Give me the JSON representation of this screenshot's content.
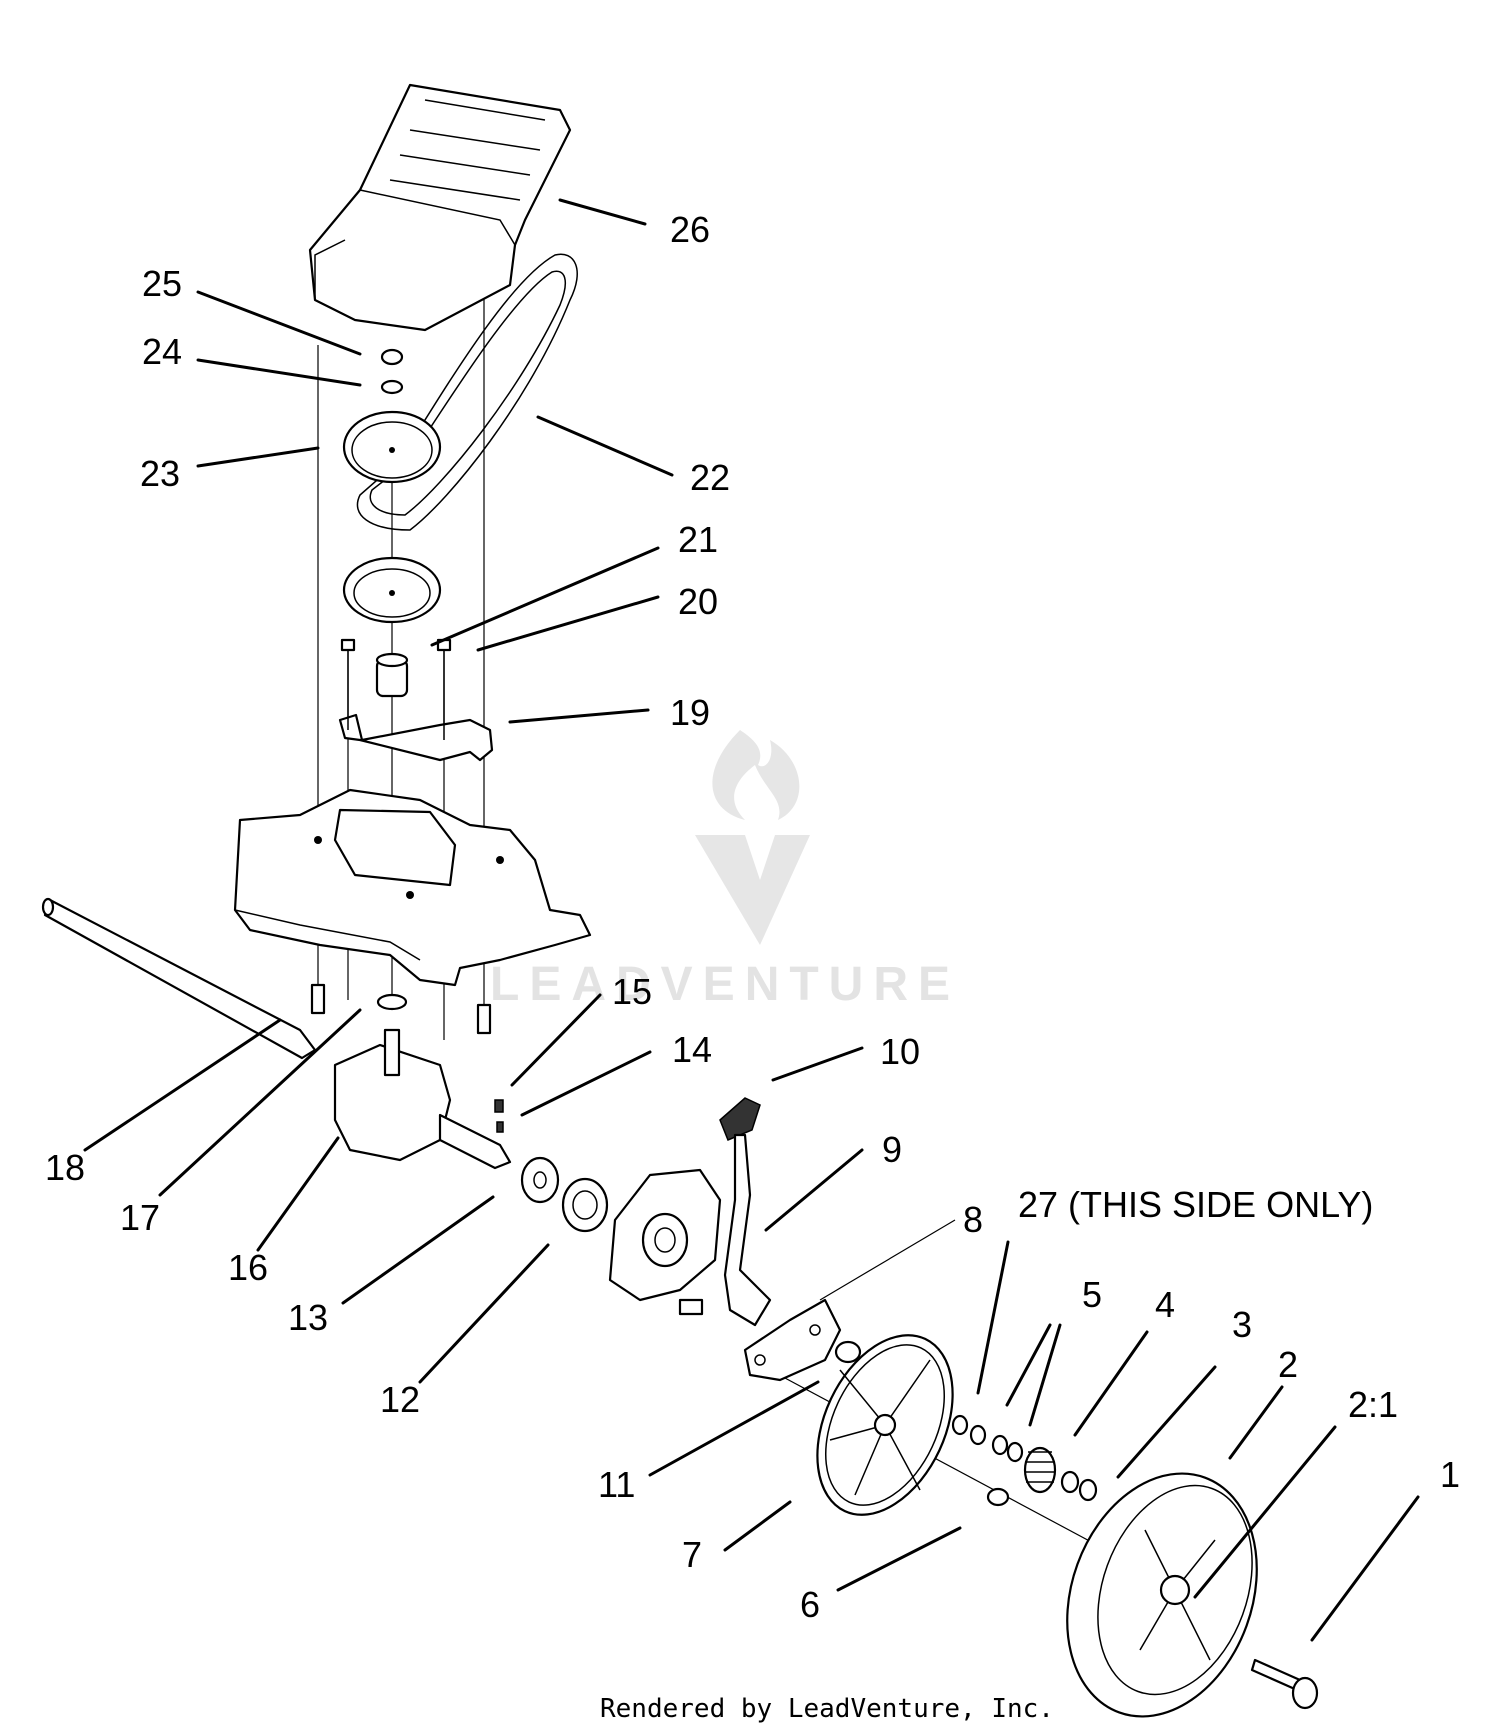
{
  "callouts": {
    "c1": "1",
    "c2": "2",
    "c2_1": "2:1",
    "c3": "3",
    "c4": "4",
    "c5": "5",
    "c6": "6",
    "c7": "7",
    "c8": "8",
    "c9": "9",
    "c10": "10",
    "c11": "11",
    "c12": "12",
    "c13": "13",
    "c14": "14",
    "c15": "15",
    "c16": "16",
    "c17": "17",
    "c18": "18",
    "c19": "19",
    "c20": "20",
    "c21": "21",
    "c22": "22",
    "c23": "23",
    "c24": "24",
    "c25": "25",
    "c26": "26",
    "c27": "27 (THIS SIDE ONLY)"
  },
  "watermark": {
    "text": "LEADVENTURE"
  },
  "credit": "Rendered by LeadVenture, Inc."
}
